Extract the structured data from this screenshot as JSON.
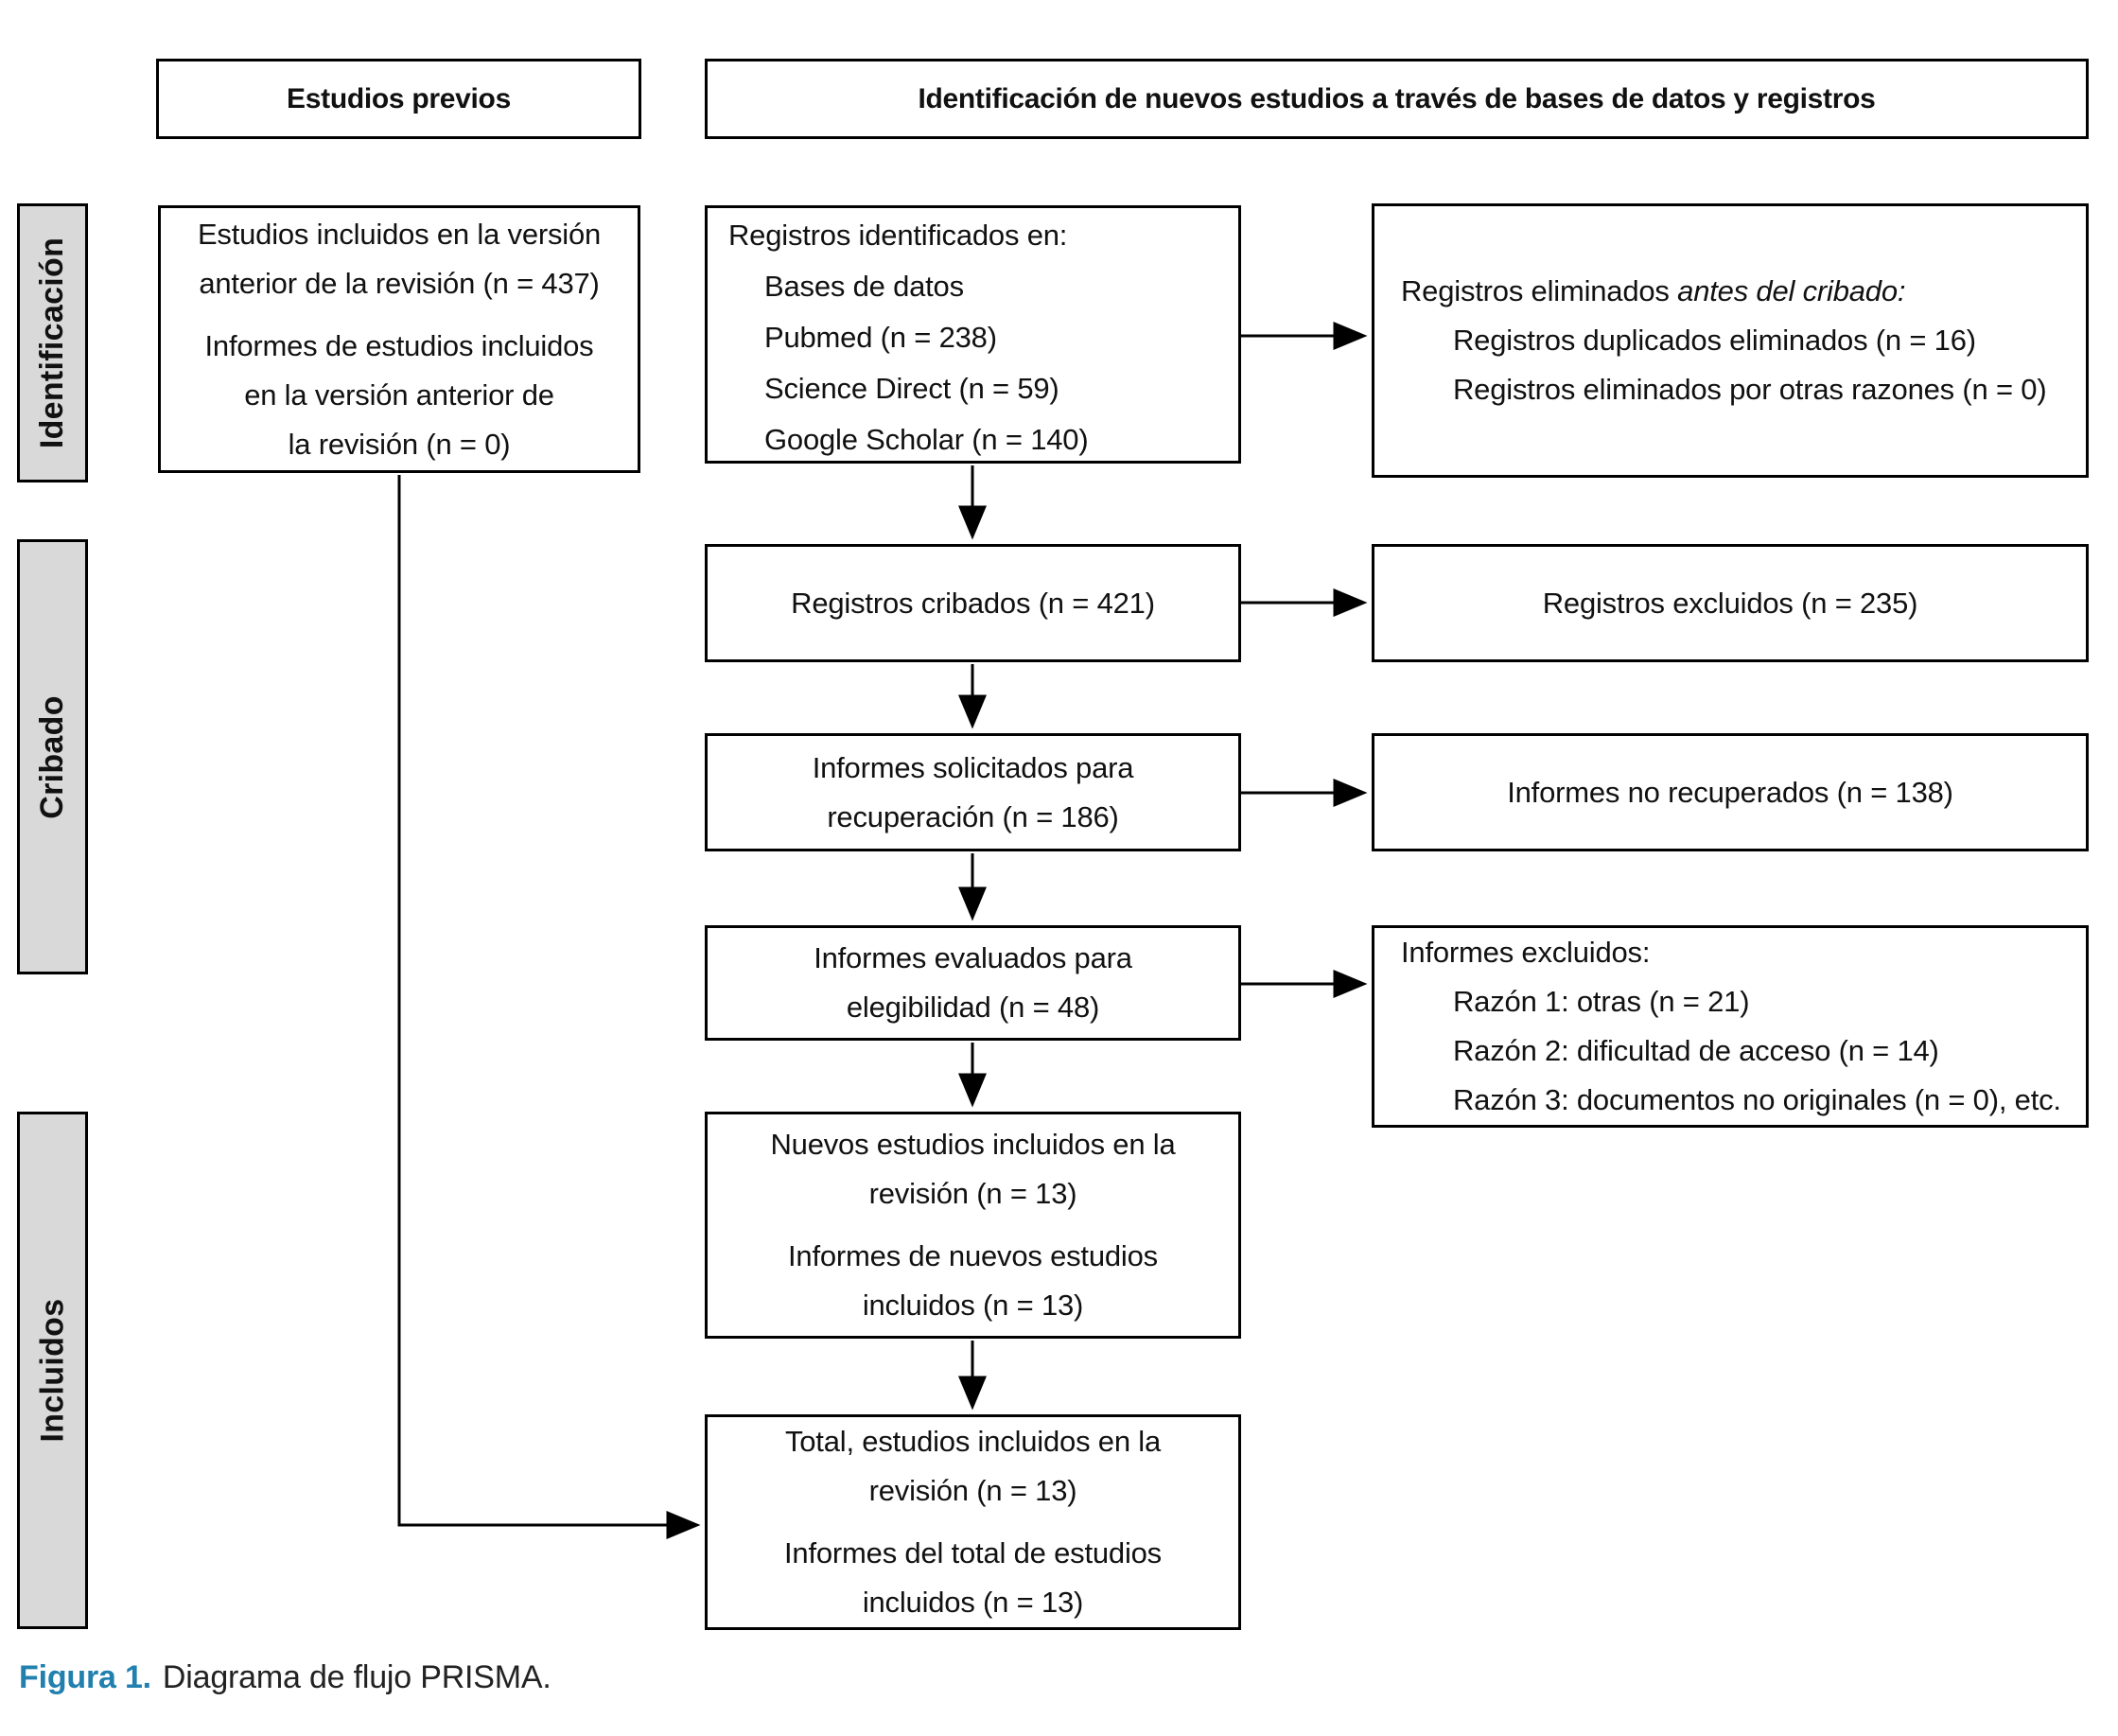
{
  "headers": {
    "previous_studies": "Estudios previos",
    "new_studies": "Identificación de nuevos estudios a través de bases de datos y registros"
  },
  "sidebar": {
    "identification": "Identificación",
    "screening": "Cribado",
    "included": "Incluidos"
  },
  "boxes": {
    "previous_version": {
      "p1_lines": [
        "Estudios incluidos en la versión",
        "anterior de la revisión (n = 437)"
      ],
      "p2_lines": [
        "Informes de estudios incluidos",
        "en la versión anterior de",
        "la revisión (n = 0)"
      ]
    },
    "records_identified": {
      "title": "Registros identificados en:",
      "items": [
        "Bases de datos",
        "Pubmed (n = 238)",
        "Science Direct (n = 59)",
        "Google Scholar (n = 140)"
      ]
    },
    "records_removed": {
      "prefix": "Registros eliminados ",
      "italic": "antes del cribado:",
      "items": [
        "Registros duplicados eliminados (n = 16)",
        "Registros eliminados por otras razones (n = 0)"
      ]
    },
    "records_screened": "Registros cribados (n = 421)",
    "records_excluded": "Registros excluidos (n = 235)",
    "reports_sought_lines": [
      "Informes solicitados para",
      "recuperación (n = 186)"
    ],
    "reports_not_retrieved": "Informes no recuperados (n = 138)",
    "reports_assessed_lines": [
      "Informes evaluados para",
      "elegibilidad (n = 48)"
    ],
    "reports_excluded": {
      "title": "Informes excluidos:",
      "items": [
        "Razón 1: otras (n = 21)",
        "Razón 2: dificultad de acceso (n = 14)",
        "Razón 3: documentos no originales (n = 0), etc."
      ]
    },
    "new_studies_included": {
      "p1_lines": [
        "Nuevos estudios incluidos en la",
        "revisión (n = 13)"
      ],
      "p2_lines": [
        "Informes de nuevos estudios",
        "incluidos (n = 13)"
      ]
    },
    "total_included": {
      "p1_lines": [
        "Total, estudios incluidos en la",
        "revisión (n = 13)"
      ],
      "p2_lines": [
        "Informes del total de estudios",
        "incluidos (n = 13)"
      ]
    }
  },
  "caption": {
    "label": "Figura 1.",
    "text": "Diagrama de flujo PRISMA."
  },
  "colors": {
    "box_border": "#000000",
    "sidebar_fill": "#d9d9d9",
    "caption_accent": "#2280ae",
    "text": "#111111"
  }
}
